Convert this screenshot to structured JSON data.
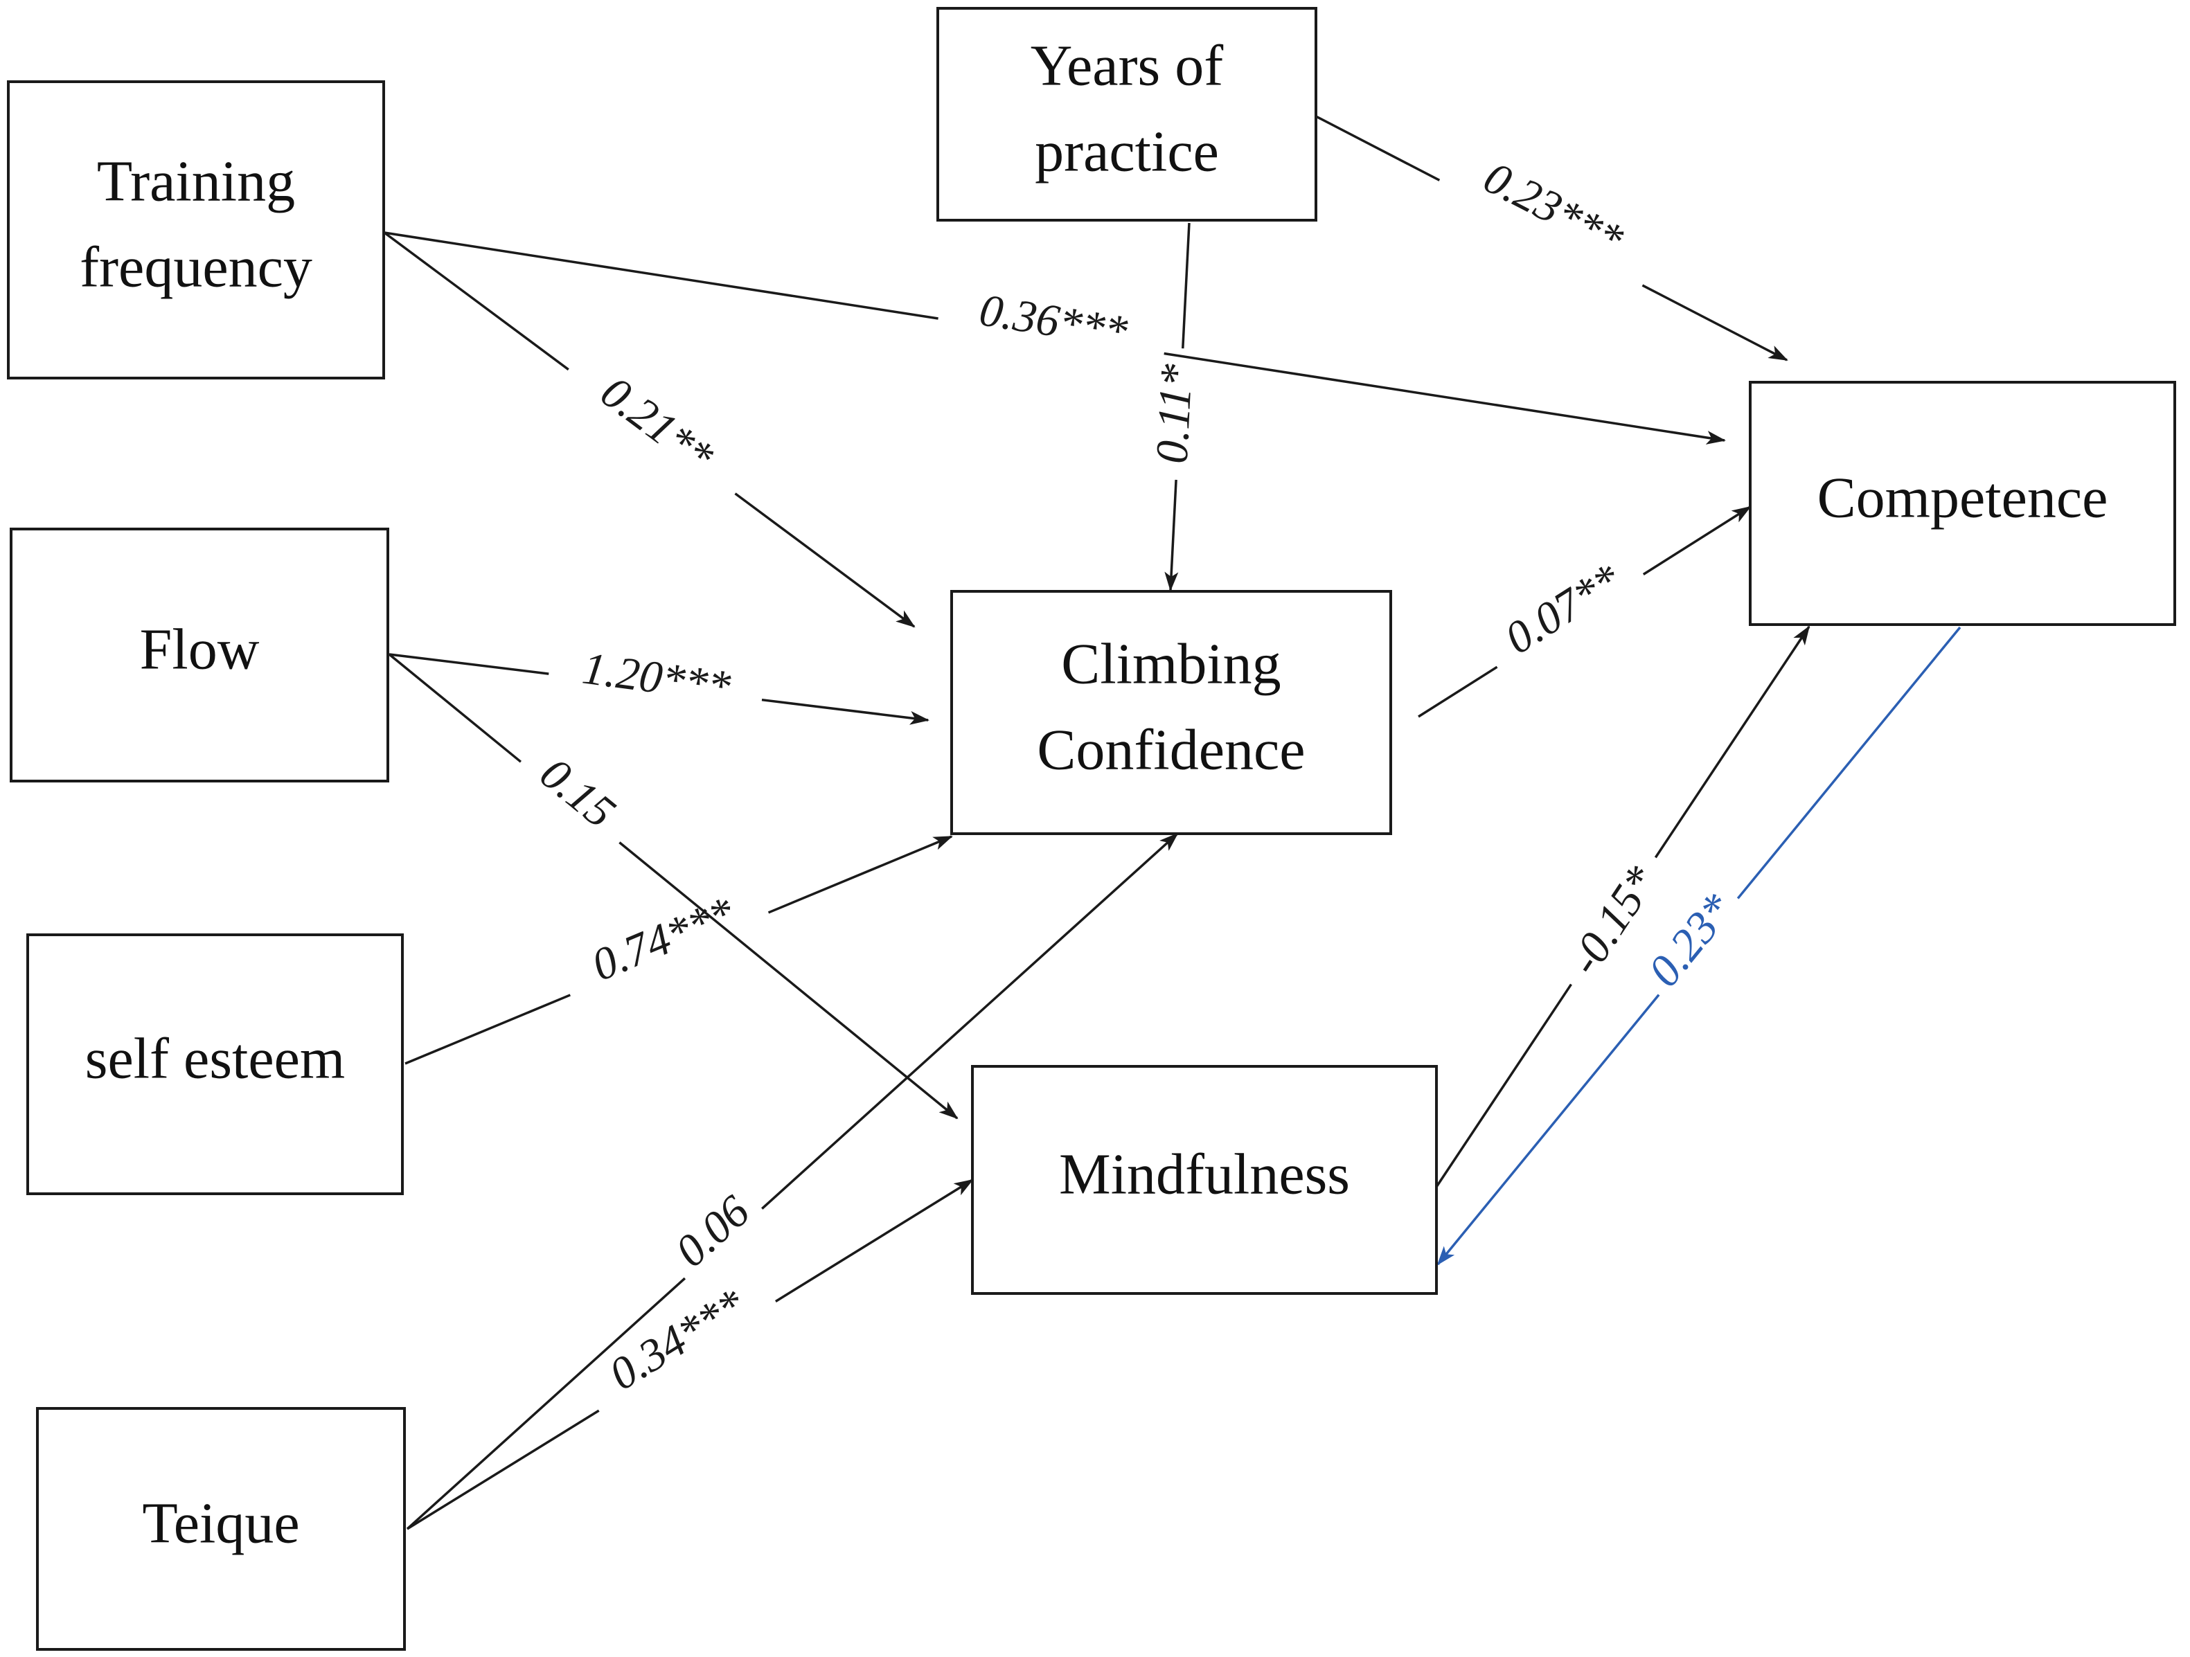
{
  "nodes": [
    {
      "id": "training",
      "lines": [
        "Training",
        "frequency"
      ]
    },
    {
      "id": "years",
      "lines": [
        "Years of",
        "practice"
      ]
    },
    {
      "id": "flow",
      "lines": [
        "Flow"
      ]
    },
    {
      "id": "selfesteem",
      "lines": [
        "self esteem"
      ]
    },
    {
      "id": "teique",
      "lines": [
        "Teique"
      ]
    },
    {
      "id": "confidence",
      "lines": [
        "Climbing",
        "Confidence"
      ]
    },
    {
      "id": "mindfulness",
      "lines": [
        "Mindfulness"
      ]
    },
    {
      "id": "competence",
      "lines": [
        "Competence"
      ]
    }
  ],
  "edges": [
    {
      "id": "training-competence",
      "from": "training",
      "to": "competence",
      "label": "0.36***"
    },
    {
      "id": "training-confidence",
      "from": "training",
      "to": "confidence",
      "label": "0.21**"
    },
    {
      "id": "years-competence",
      "from": "years",
      "to": "competence",
      "label": "0.23***"
    },
    {
      "id": "years-confidence",
      "from": "years",
      "to": "confidence",
      "label": "0.11*"
    },
    {
      "id": "flow-confidence",
      "from": "flow",
      "to": "confidence",
      "label": "1.20***"
    },
    {
      "id": "flow-mindfulness",
      "from": "flow",
      "to": "mindfulness",
      "label": "0.15"
    },
    {
      "id": "selfesteem-confidence",
      "from": "selfesteem",
      "to": "confidence",
      "label": "0.74***"
    },
    {
      "id": "teique-confidence",
      "from": "teique",
      "to": "confidence",
      "label": "0.06"
    },
    {
      "id": "teique-mindfulness",
      "from": "teique",
      "to": "mindfulness",
      "label": "0.34***"
    },
    {
      "id": "confidence-competence",
      "from": "confidence",
      "to": "competence",
      "label": "0.07**"
    },
    {
      "id": "mindfulness-competence",
      "from": "mindfulness",
      "to": "competence",
      "label": "-0.15*"
    },
    {
      "id": "competence-mindfulness",
      "from": "competence",
      "to": "mindfulness",
      "label": "0.23*",
      "color": "#2b5fb3"
    }
  ],
  "colors": {
    "default_edge": "#1a1a1a",
    "highlight_edge": "#2b5fb3"
  }
}
